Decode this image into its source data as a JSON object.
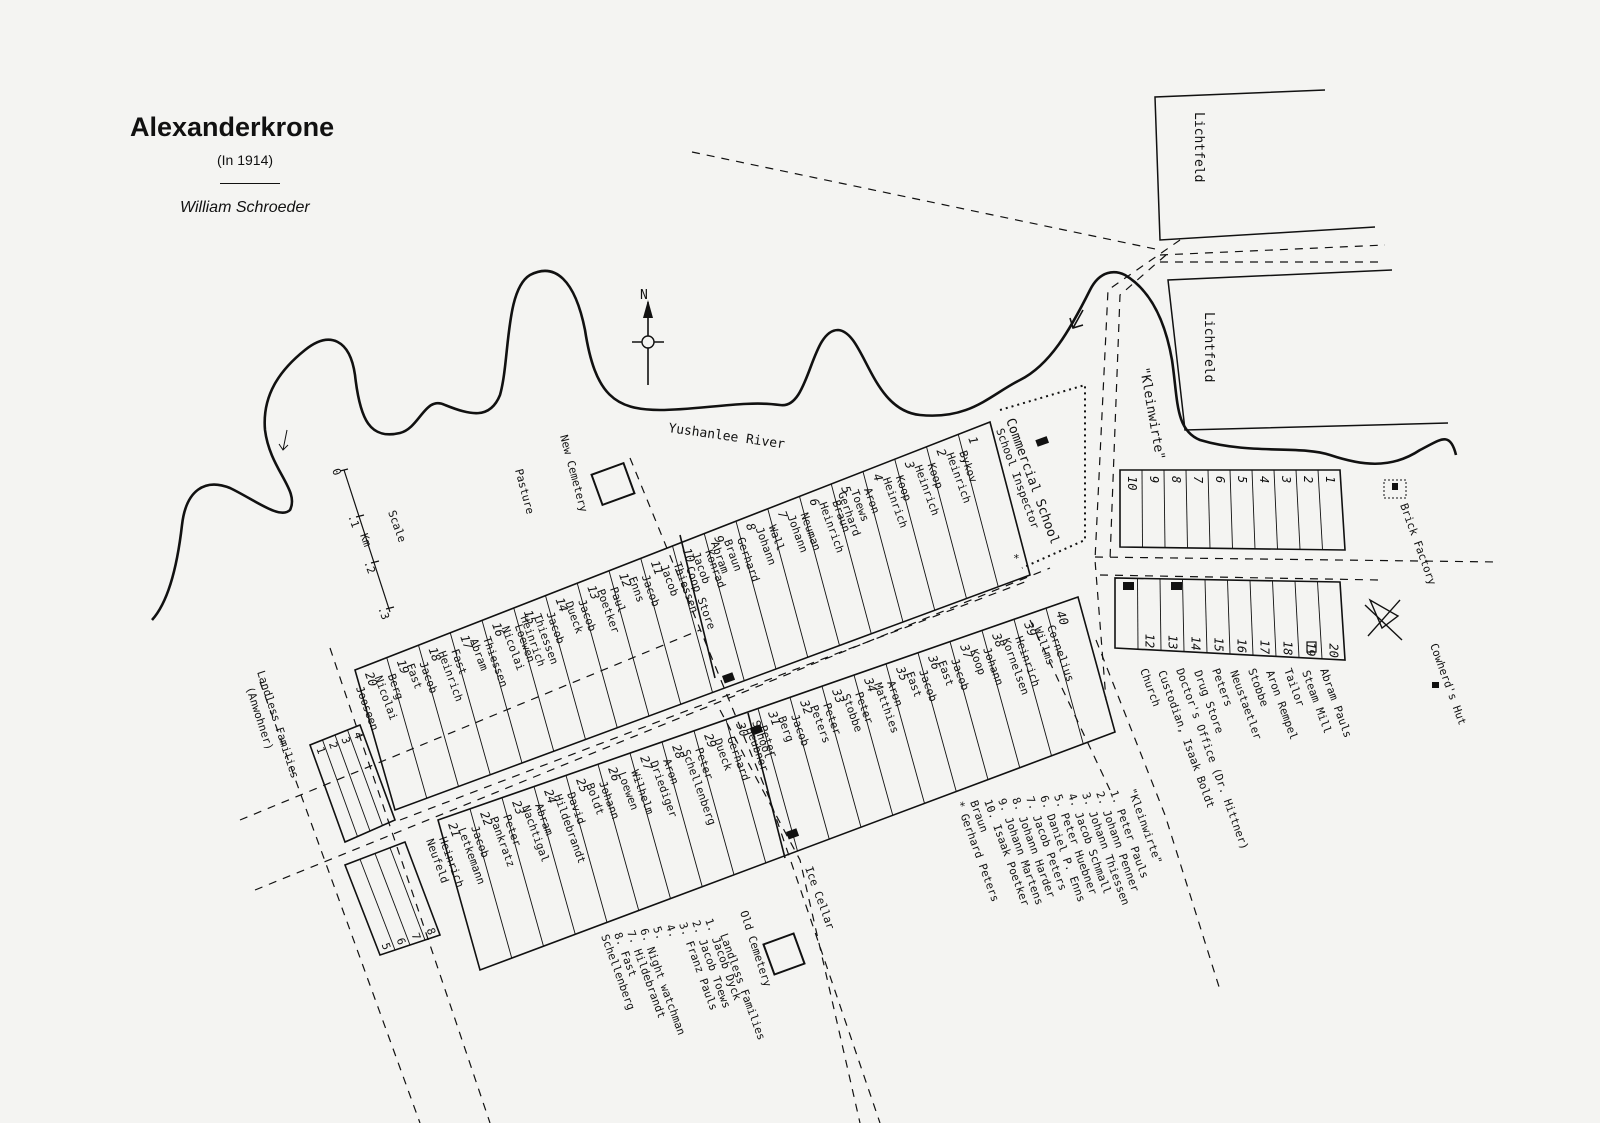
{
  "header": {
    "title": "Alexanderkrone",
    "subtitle": "(In 1914)",
    "author": "William Schroeder"
  },
  "map": {
    "north": "N",
    "river": "Yushanlee River",
    "scale": {
      "label": "Scale",
      "unit": "Km",
      "ticks": [
        "0",
        ".1",
        ".2",
        ".3"
      ]
    },
    "places": {
      "lichtfeld_north": "Lichtfeld",
      "lichtfeld_south": "Lichtfeld",
      "kleinwirte": "\"Kleinwirte\"",
      "commercial_school": "Commercial School",
      "school_inspector": "School Inspector",
      "new_cemetery": "New Cemetery",
      "pasture": "Pasture",
      "brick_factory": "Brick Factory",
      "cowherds_hut": "Cowherd's Hut",
      "ice_cellar": "Ice Cellar",
      "old_cemetery": "Old Cemetery",
      "landless_top": "Landless Families",
      "landless_top_sub": "(Anwohner)",
      "coop_store": "Coop Store",
      "school": "School"
    },
    "north_lots": [
      {
        "num": "1",
        "names": [
          "Bykov",
          "Heinrich"
        ]
      },
      {
        "num": "2",
        "names": [
          "Koop",
          "Heinrich"
        ]
      },
      {
        "num": "3",
        "names": [
          "Koop",
          "Heinrich"
        ]
      },
      {
        "num": "4",
        "names": [
          "Aron",
          "Toews",
          "Gerhard"
        ]
      },
      {
        "num": "5",
        "names": [
          "Braun",
          "Heinrich"
        ]
      },
      {
        "num": "6",
        "names": [
          "Neuman",
          "Johann"
        ]
      },
      {
        "num": "7",
        "names": [
          "Wall",
          "Johann"
        ]
      },
      {
        "num": "8",
        "names": [
          "Gerhard",
          "Braun",
          "Abram"
        ]
      },
      {
        "num": "9",
        "names": [
          "Konrad",
          "Jacob"
        ]
      },
      {
        "num": "10",
        "names": [
          "Thiessen",
          "Jacob"
        ]
      },
      {
        "num": "11",
        "names": [
          "Jacob",
          "Enns"
        ]
      },
      {
        "num": "12",
        "names": [
          "Paul",
          "Poetker"
        ]
      },
      {
        "num": "13",
        "names": [
          "Jacob",
          "Dueck"
        ]
      },
      {
        "num": "14",
        "names": [
          "Jacob",
          "Thiessen",
          "Heinrich"
        ]
      },
      {
        "num": "15",
        "names": [
          "Loewen",
          "Nicolai"
        ]
      },
      {
        "num": "16",
        "names": [
          "Thiessen",
          "Abram"
        ]
      },
      {
        "num": "17",
        "names": [
          "Fast",
          "Heinrich"
        ]
      },
      {
        "num": "18",
        "names": [
          "Jacob",
          "Fast"
        ]
      },
      {
        "num": "19",
        "names": [
          "Berg",
          "Nicolai"
        ]
      },
      {
        "num": "20",
        "names": [
          "Jooseen"
        ]
      }
    ],
    "south_lots": [
      {
        "num": "40",
        "names": [
          "Cornelius",
          "Willms"
        ]
      },
      {
        "num": "39",
        "names": [
          "Heinrich",
          "Kornelsen"
        ]
      },
      {
        "num": "38",
        "names": [
          "Johann",
          "Koop"
        ]
      },
      {
        "num": "37",
        "names": [
          "Jacob",
          "Fast"
        ]
      },
      {
        "num": "36",
        "names": [
          "Jacob",
          "Fast"
        ]
      },
      {
        "num": "35",
        "names": [
          "Aron",
          "Matthies"
        ]
      },
      {
        "num": "34",
        "names": [
          "Peter",
          "Stobbe"
        ]
      },
      {
        "num": "33",
        "names": [
          "Peter",
          "Peters"
        ]
      },
      {
        "num": "32",
        "names": [
          "Jacob",
          "Berg"
        ]
      },
      {
        "num": "31",
        "names": [
          "Peter",
          "Heubner"
        ]
      },
      {
        "num": "30",
        "names": [
          "Gerhard",
          "Dueck"
        ]
      },
      {
        "num": "29",
        "names": [
          "Peter",
          "Schellenberg"
        ]
      },
      {
        "num": "28",
        "names": [
          "Aron",
          "Driediger"
        ]
      },
      {
        "num": "27",
        "names": [
          "Wilhelm",
          "Loewen"
        ]
      },
      {
        "num": "26",
        "names": [
          "Johann",
          "Boldt"
        ]
      },
      {
        "num": "25",
        "names": [
          "David",
          "Hildebrandt"
        ]
      },
      {
        "num": "24",
        "names": [
          "Abram",
          "Nachtigal"
        ]
      },
      {
        "num": "23",
        "names": [
          "Peter",
          "Pankratz"
        ]
      },
      {
        "num": "22",
        "names": [
          "Jacob",
          "Letkemann"
        ]
      },
      {
        "num": "21",
        "names": [
          "Heinrich",
          "Neufeld"
        ]
      }
    ],
    "kleinwirte_north_lots": [
      "1",
      "2",
      "3",
      "4",
      "5",
      "6",
      "7",
      "8",
      "9",
      "10"
    ],
    "kleinwirte_south_lots": [
      "12",
      "13",
      "14",
      "15",
      "16",
      "17",
      "18",
      "19",
      "20"
    ],
    "landless_top_lots": [
      "1",
      "2",
      "3",
      "4"
    ],
    "landless_bottom_lots": [
      "5",
      "6",
      "7",
      "8"
    ],
    "east_labels": [
      "Abram Pauls",
      "Steam Mill",
      "Tailor",
      "Aron Rempel",
      "Stobbe",
      "Neustaetler",
      "Peters",
      "Drug Store",
      "Doctor's Office (Dr. Hittner)",
      "Custodian, Isaak Boldt",
      "Church"
    ],
    "kleinwirte_list": {
      "heading": "\"Kleinwirte\"",
      "items": [
        "1. Peter Pauls",
        "2. Johann Penner",
        "3. Johann Thiessen",
        "4. Jacob Schmall",
        "5. Peter Huebner",
        "6. Daniel P. Enns",
        "7. Jacob Peters",
        "8. Johann Harder",
        "9. Johann Martens",
        "10. Isaak Poetker",
        "Braun",
        "* Gerhard Peters"
      ]
    },
    "landless_list": {
      "heading": "Landless Families",
      "items": [
        "1. Jacob Dyck",
        "2. Jacob Toews",
        "3. Franz Pauls",
        "4.",
        "5.",
        "6. Night watchman",
        "7. Hildebrandt",
        "8. Fast",
        "Schellenberg"
      ]
    }
  }
}
